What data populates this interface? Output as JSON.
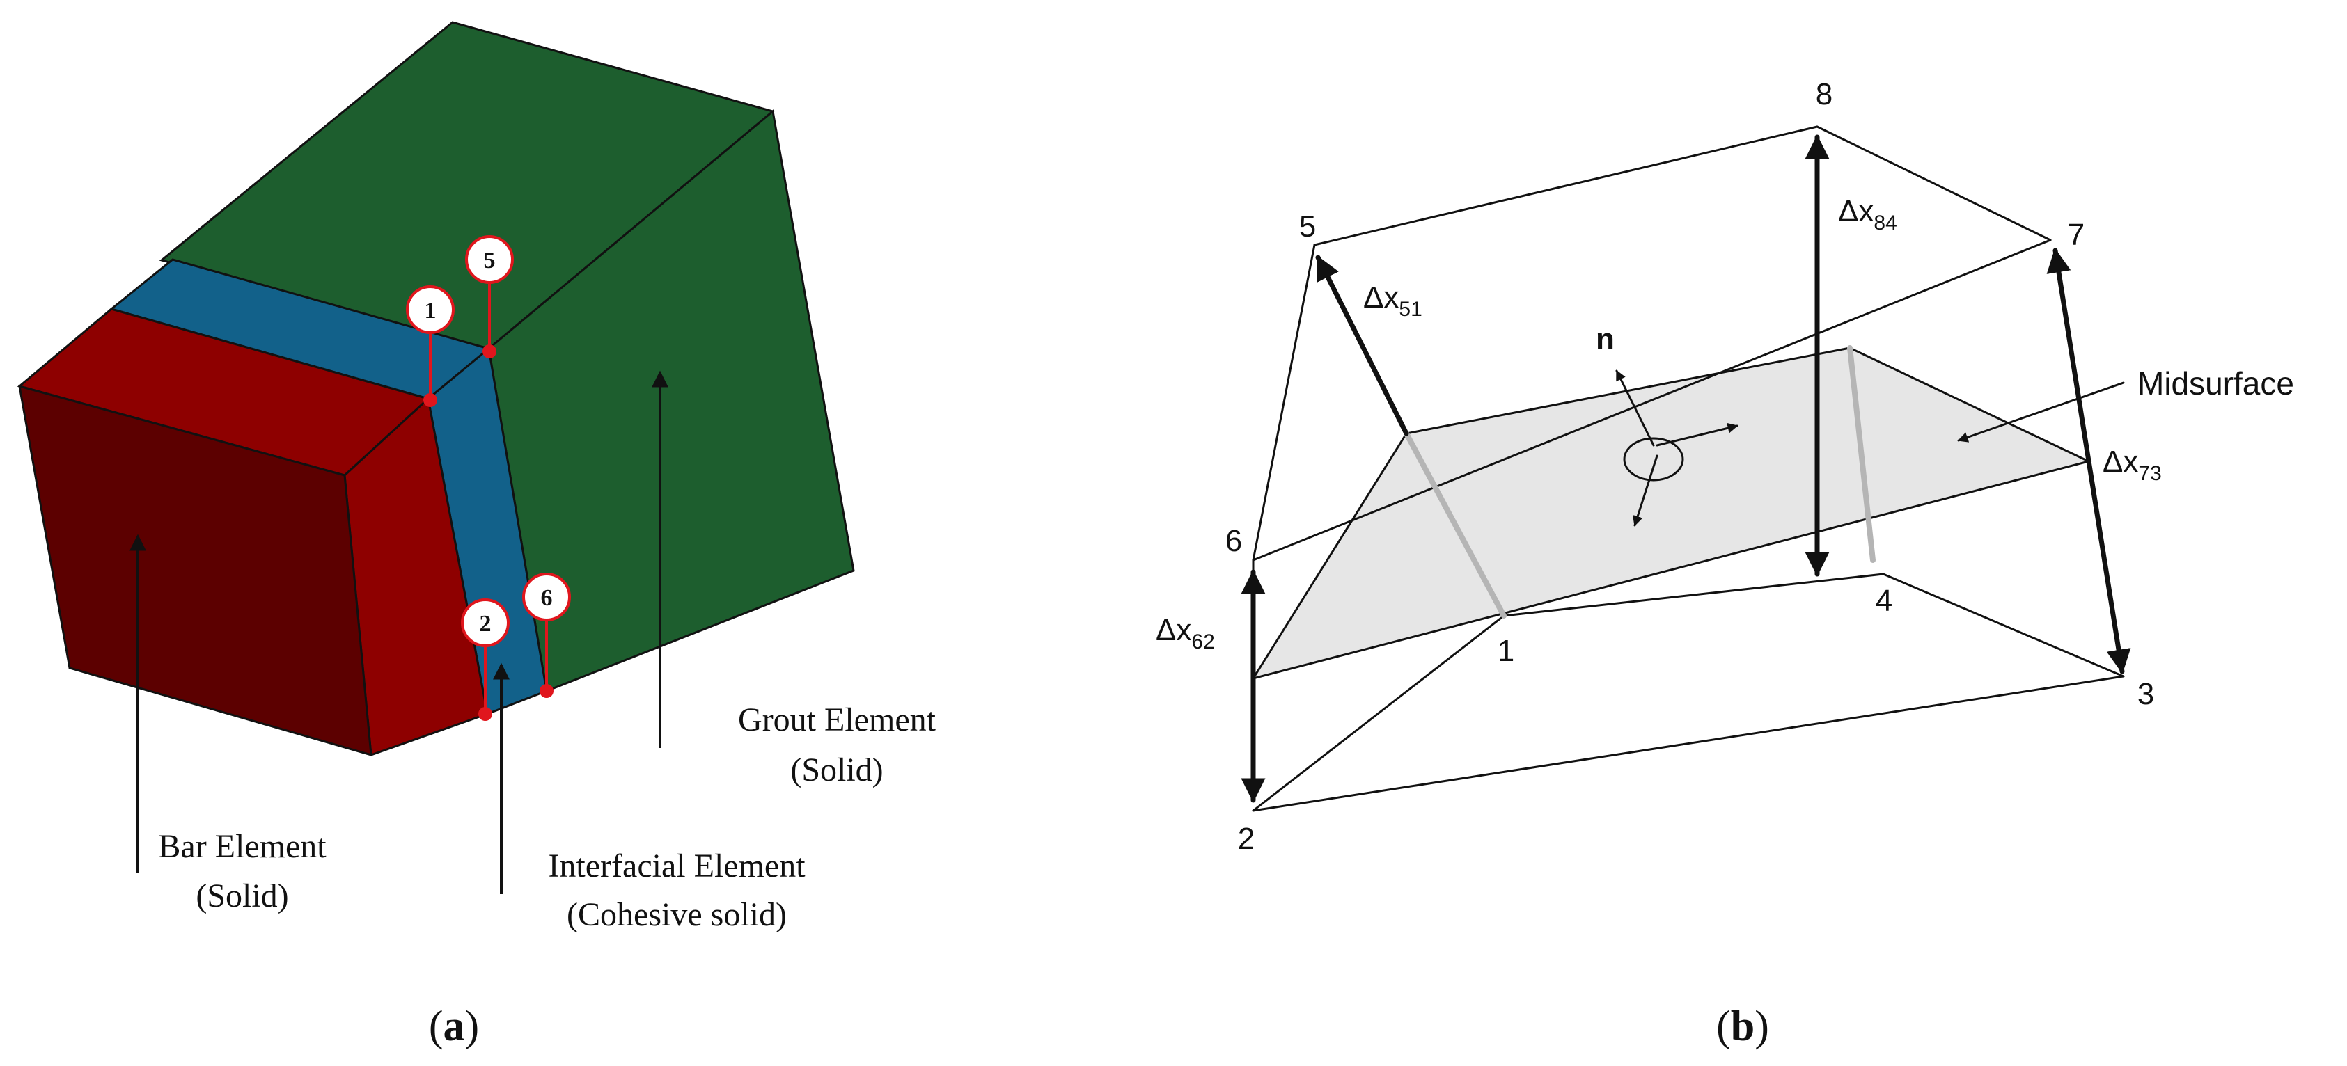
{
  "panel_a": {
    "label_open": "(",
    "label_letter": "a",
    "label_close": ")",
    "colors": {
      "bar_front": "#5c0000",
      "bar_side": "#8e0000",
      "interface": "#12618a",
      "grout": "#1d5e2e",
      "node_marker": "#e0161d"
    },
    "nodes": [
      "1",
      "5",
      "2",
      "6"
    ],
    "bar_label": [
      "Bar Element",
      "(Solid)"
    ],
    "interface_label": [
      "Interfacial Element",
      "(Cohesive solid)"
    ],
    "grout_label": [
      "Grout Element",
      "(Solid)"
    ]
  },
  "panel_b": {
    "label_open": "(",
    "label_letter": "b",
    "label_close": ")",
    "corners": [
      "1",
      "2",
      "3",
      "4",
      "5",
      "6",
      "7",
      "8"
    ],
    "normal_label": "n",
    "midsurface_label": "Midsurface",
    "deltas": [
      {
        "symbol": "Δx",
        "sub": "51"
      },
      {
        "symbol": "Δx",
        "sub": "84"
      },
      {
        "symbol": "Δx",
        "sub": "73"
      },
      {
        "symbol": "Δx",
        "sub": "62"
      }
    ],
    "colors": {
      "midsurface_fill": "#e6e6e6",
      "line": "#111111"
    }
  }
}
